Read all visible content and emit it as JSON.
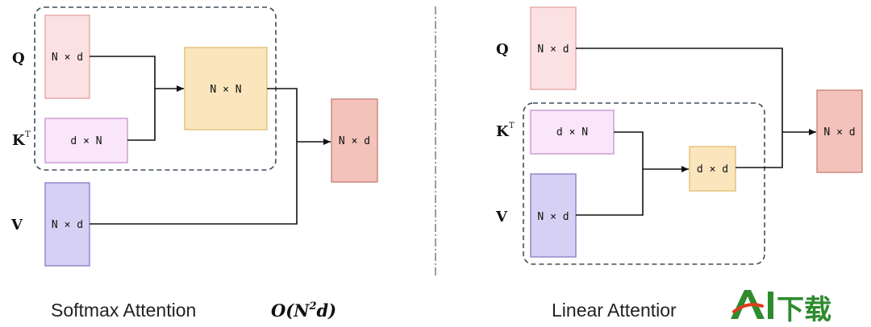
{
  "softmax": {
    "q_label": "Q",
    "kt_label": "K",
    "kt_sup": "T",
    "v_label": "V",
    "q_box": "N × d",
    "kt_box": "d × N",
    "attn_box": "N × N",
    "v_box": "N × d",
    "out_box": "N × d",
    "caption": "Softmax Attention",
    "complexity_open": "O(N",
    "complexity_exp": "2",
    "complexity_close": "d)"
  },
  "linear": {
    "q_label": "Q",
    "kt_label": "K",
    "kt_sup": "T",
    "v_label": "V",
    "q_box": "N × d",
    "kt_box": "d × N",
    "v_box": "N × d",
    "kv_box": "d × d",
    "out_box": "N × d",
    "caption": "Linear Attentior"
  },
  "watermark": "AI下载",
  "colors": {
    "q_fill": "#fbe1e1",
    "q_stroke": "#e7a8a8",
    "kt_fill": "#fae6fb",
    "kt_stroke": "#c998d2",
    "v_fill": "#d6d0f4",
    "v_stroke": "#8c82c8",
    "nn_fill": "#fbe5bd",
    "nn_stroke": "#e3c079",
    "out_fill": "#f3c2bb",
    "out_stroke": "#c9857b",
    "dash": "#3e4d5a",
    "line": "#111111",
    "watermark_green": "#2e8b2e",
    "watermark_red": "#e03a1c"
  }
}
